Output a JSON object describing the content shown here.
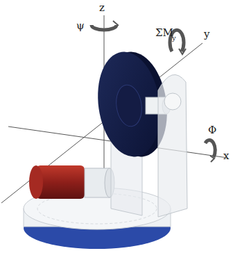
{
  "diagram": {
    "labels": [
      "z",
      "ψ",
      "ΣM",
      "y",
      "y",
      "Φ",
      "x"
    ]
  }
}
